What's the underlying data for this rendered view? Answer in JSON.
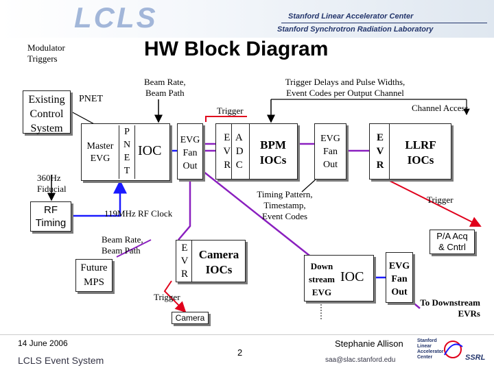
{
  "header": {
    "logo_text": "LCLS",
    "org_line1": "Stanford Linear Accelerator Center",
    "org_line2": "Stanford Synchrotron Radiation Laboratory"
  },
  "slide": {
    "title": "HW Block Diagram",
    "page_number": "2"
  },
  "labels": {
    "modulator_line1": "Modulator",
    "modulator_line2": "Triggers",
    "pnet": "PNET",
    "beam_rate_path_1": "Beam Rate,",
    "beam_rate_path_2": "Beam Path",
    "trigger_delays_1": "Trigger Delays and Pulse Widths,",
    "trigger_delays_2": "Event Codes per Output Channel",
    "channel_access": "Channel Access",
    "trigger_top": "Trigger",
    "fiducial_1": "360Hz",
    "fiducial_2": "Fiducial",
    "clock": "119MHz RF Clock",
    "timing_pattern_1": "Timing Pattern,",
    "timing_pattern_2": "Timestamp,",
    "timing_pattern_3": "Event Codes",
    "trigger_right": "Trigger",
    "beam_rate_path_b1": "Beam Rate,",
    "beam_rate_path_b2": "Beam Path",
    "trigger_bottom": "Trigger",
    "to_downstream_1": "To Downstream",
    "to_downstream_2": "EVRs"
  },
  "boxes": {
    "existing_1": "Existing",
    "existing_2": "Control",
    "existing_3": "System",
    "rf_1": "RF",
    "rf_2": "Timing",
    "master_1": "Master",
    "master_2": "EVG",
    "pnet_letters": [
      "P",
      "N",
      "E",
      "T"
    ],
    "ioc": "IOC",
    "evg_fanout": [
      "EVG",
      "Fan",
      "Out"
    ],
    "eva": [
      "E",
      "A"
    ],
    "vd": [
      "V",
      "D"
    ],
    "rc": [
      "R",
      "C"
    ],
    "bpm_1": "BPM",
    "bpm_2": "IOCs",
    "evg_fanout2": [
      "EVG",
      "Fan",
      "Out"
    ],
    "evr_letters": [
      "E",
      "V",
      "R"
    ],
    "llrf_1": "LLRF",
    "llrf_2": "IOCs",
    "future_1": "Future",
    "future_2": "MPS",
    "evr_camera_letters": [
      "E",
      "V",
      "R"
    ],
    "camera_1": "Camera",
    "camera_2": "IOCs",
    "camera_small": "Camera",
    "downstream_1": "Down",
    "downstream_2": "stream",
    "downstream_3": "EVG",
    "downstream_ioc": "IOC",
    "evg_fanout3": [
      "EVG",
      "Fan",
      "Out"
    ],
    "pa_1": "P/A Acq",
    "pa_2": "& Cntrl"
  },
  "footer": {
    "date": "14 June 2006",
    "event_system": "LCLS Event System",
    "author": "Stephanie Allison",
    "email": "saa@slac.stanford.edu",
    "logo_line1": "Stanford",
    "logo_line2": "Linear",
    "logo_line3": "Accelerator",
    "logo_line4": "Center",
    "ssrl": "SSRL"
  },
  "colors": {
    "red": "#e0001b",
    "blue": "#1a1aff",
    "purple": "#8a1fbf",
    "black": "#000000",
    "logo_blue": "#6f8fc4"
  }
}
